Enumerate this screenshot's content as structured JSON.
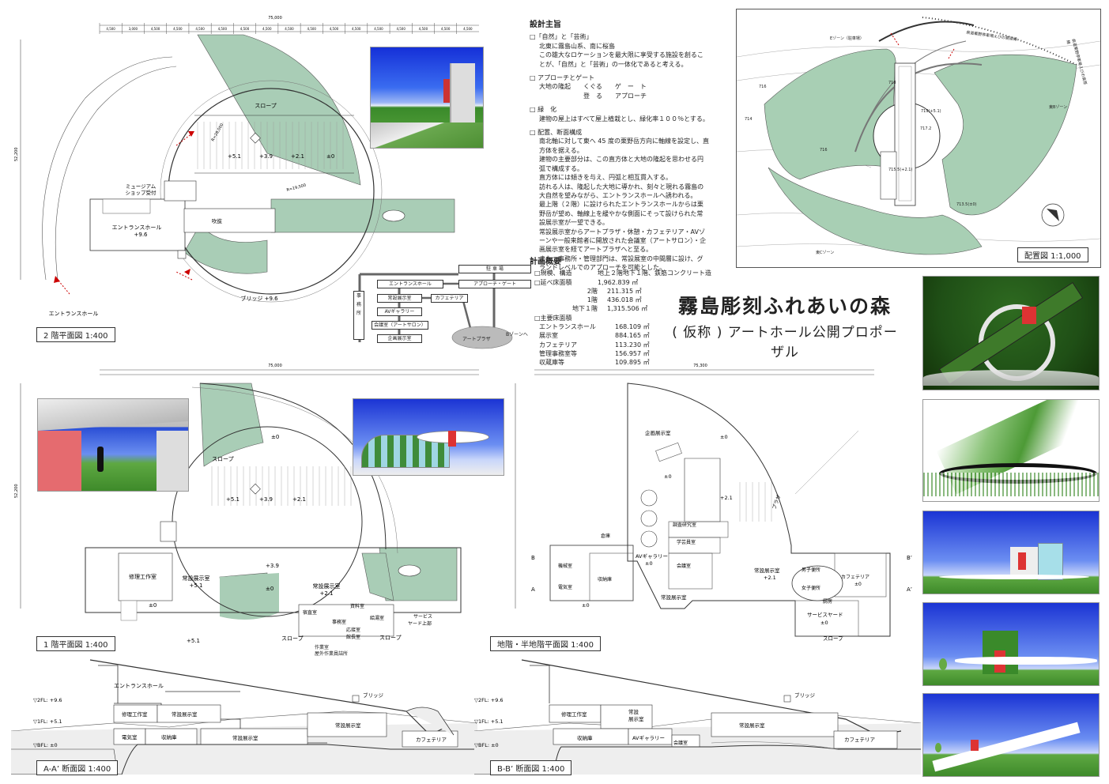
{
  "concept": {
    "heading": "設計主旨",
    "sections": [
      {
        "head": "□「自然」と「芸術」",
        "body": [
          "北東に霧島山系、南に桜島",
          "この雄大なロケーションを最大限に享受する施設を創るこ",
          "とが、「自然」と「芸術」の一体化であると考える。"
        ]
      },
      {
        "head": "□ アプローチとゲート",
        "body": [
          "大地の隆起　　くぐる　　ゲ　ー　ト",
          "　　　　　　　登　る　　アプローチ"
        ]
      },
      {
        "head": "□ 緑　化",
        "body": [
          "建物の屋上はすべて屋上植栽とし、緑化率１００％とする。"
        ]
      },
      {
        "head": "□ 配置、断面構成",
        "body": [
          "南北軸に対して東へ 45 度の栗野岳方向に軸線を設定し、直",
          "方体を据える。",
          "建物の主要部分は、この直方体と大地の隆起を思わせる円",
          "弧で構成する。",
          "直方体には傾きを与え、円弧と相互貫入する。",
          "訪れる人は、隆起した大地に導かれ、刻々と現れる霧島の",
          "大自然を望みながら、エントランスホールへ誘われる。",
          "最上階（２階）に設けられたエントランスホールからは栗",
          "野岳が望め、軸線上を緩やかな側面にそって設けられた常",
          "設展示室が一望できる。",
          "常設展示室からアートプラザ・休憩・カフェテリア・AVゾ",
          "ーンや一般来館者に開放された会議室（アートサロン）・企",
          "画展示室を経てアートプラザへと至る。",
          "また、事務所・管理部門は、常設展室の中間層に設け、グ",
          "ランドレベルでのアプローチを可能とした。"
        ]
      }
    ]
  },
  "summary": {
    "heading": "計画概要",
    "structure_key": "□規模、構造",
    "structure_val": "地上２階地下１階、鉄筋コンクリート造",
    "floor_area_key": "□延べ床面積",
    "floor_area_val": "1,962.839 ㎡",
    "floors": [
      {
        "k": "2階",
        "v": "211.315 ㎡"
      },
      {
        "k": "1階",
        "v": "436.018 ㎡"
      },
      {
        "k": "地下１階",
        "v": "1,315.506 ㎡"
      }
    ],
    "main_key": "□主要床面積",
    "rooms": [
      {
        "k": "エントランスホール",
        "v": "168.109 ㎡"
      },
      {
        "k": "展示室",
        "v": "884.165 ㎡"
      },
      {
        "k": "カフェテリア",
        "v": "113.230 ㎡"
      },
      {
        "k": "管理事務室等",
        "v": "156.957 ㎡"
      },
      {
        "k": "収蔵庫等",
        "v": "109.895 ㎡"
      }
    ]
  },
  "title": {
    "main": "霧島彫刻ふれあいの森",
    "sub": "( 仮称 ) アートホール公開プロポーザル"
  },
  "captions": {
    "plan2f": "2 階平面図  1:400",
    "plan1f": "1 階平面図  1:400",
    "planb1": "地階・半地階平面図  1:400",
    "sectionA": "A-A’ 断面図  1:400",
    "sectionB": "B-B’ 断面図  1:400",
    "site": "配置図  1:1,000"
  },
  "flow": {
    "parking": "駐 車 場",
    "entrance": "エントランスホール",
    "approach": "アプローチ・ゲート",
    "jimusho": "事\n務\n所",
    "permanent": "常設展示室",
    "cafe": "カフェテリア",
    "av": "AVギャラリー",
    "meeting": "会議室（アートサロン）",
    "special": "企画展示室",
    "plaza": "アートプラザ",
    "bzone": "Bゾーンへ"
  },
  "labels2f": {
    "slope": "スロープ",
    "museum": "ミュージアム",
    "shop": "ショップ受付",
    "entrance": "エントランスホール",
    "entrance_lv": "+9.6",
    "fukinuke": "吹抜",
    "bridge": "ブリッジ +9.6",
    "lv1": "+5.1",
    "lv2": "+3.9",
    "lv3": "+2.1",
    "lv4": "±0",
    "entrance_arrow": "エントランスホール",
    "r1": "R=28,000",
    "r2": "R=19,500",
    "top_dim": "75,000",
    "dims": [
      "4,500",
      "3,000",
      "4,500",
      "4,500",
      "4,500",
      "4,500",
      "4,500",
      "4,500",
      "4,500",
      "4,500",
      "4,500",
      "4,500",
      "4,500",
      "4,500",
      "4,500",
      "4,500",
      "4,500"
    ],
    "left_dim": "52,200"
  },
  "labels1f": {
    "slope": "スロープ",
    "repair": "修理工作室",
    "perm1": "常設展示室",
    "perm1_lv": "+5.1",
    "perm2": "常設展示室",
    "perm2_lv": "+2.1",
    "night": "宿直室",
    "docs": "資料室",
    "office": "事務室",
    "reception": "応接室",
    "director": "館長室",
    "hot": "給湯室",
    "service": "サービス",
    "service2": "ヤード上部",
    "work": "作業室",
    "outdoor": "屋外作業員詰所",
    "lv_a": "+5.1",
    "lv_b": "+3.9",
    "lv_c": "+2.1",
    "lv_d": "±0",
    "lv_e": "+3.9",
    "lv_f": "±0",
    "lv_g": "±0",
    "lv_h": "+5.1",
    "top_dim": "75,000",
    "left_dim": "52,200"
  },
  "labelsb1": {
    "special": "企画展示室",
    "storage": "倉庫",
    "machine": "機械室",
    "electric": "電気室",
    "store": "収納庫",
    "av": "AVギャラリー",
    "av_lv": "±0",
    "research": "調査研究室",
    "curator": "学芸員室",
    "meeting": "会議室",
    "perm": "常設展示室",
    "perm_lv": "+2.1",
    "perm_low": "常設展示室",
    "male": "男子便所",
    "female": "女子便所",
    "cafe": "カフェテリア",
    "cafe_lv": "±0",
    "kitchen": "厨房",
    "service": "サービスヤード",
    "service_lv": "±0",
    "slope": "スロープ",
    "plaza": "プラザ",
    "lv_top": "±0",
    "lv_top2": "±0",
    "lv_mid": "+2.1",
    "lv_low": "±0",
    "b_label": "B’",
    "a_label": "A’",
    "b2": "B",
    "a2": "A",
    "top_dim": "75,300"
  },
  "sectionA": {
    "entrance": "エントランスホール",
    "repair": "修理工作室",
    "perm1": "常設展示室",
    "perm2": "常設展示室",
    "perm3": "常設展示室",
    "electric": "電気室",
    "store": "収納庫",
    "cafe": "カフェテリア",
    "bridge": "ブリッジ",
    "fl2": "▽2FL: +9.6",
    "fl1": "▽1FL: +5.1",
    "flb": "▽BFL: ±0"
  },
  "sectionB": {
    "repair": "修理工作室",
    "perm1": "常設",
    "perm1b": "展示室",
    "perm2": "常設展示室",
    "store": "収納庫",
    "av": "AVギャラリー",
    "meeting": "会議室",
    "cafe": "カフェテリア",
    "bridge": "ブリッジ",
    "fl2": "▽2FL: +9.6",
    "fl1": "▽1FL: +5.1",
    "flb": "▽BFL: ±0"
  },
  "site": {
    "ezone": "Eゾーン（駐車場）",
    "road": "県道栗野停車場えびの高原線",
    "road2": "県道栗野停車場えびの高原線",
    "bzone": "東Bゾーン",
    "czone": "東Cゾーン",
    "h716": "716",
    "h718": "718",
    "h717": "717.2",
    "h719": "719(+5.1)",
    "h714": "714",
    "h713": "713.5(±0)",
    "h7155": "715.5(+2.1)",
    "h716b": "716"
  },
  "colors": {
    "green": "#a9cdb6",
    "site_green": "#a8cfb4",
    "sky": "#1a2cc8"
  }
}
